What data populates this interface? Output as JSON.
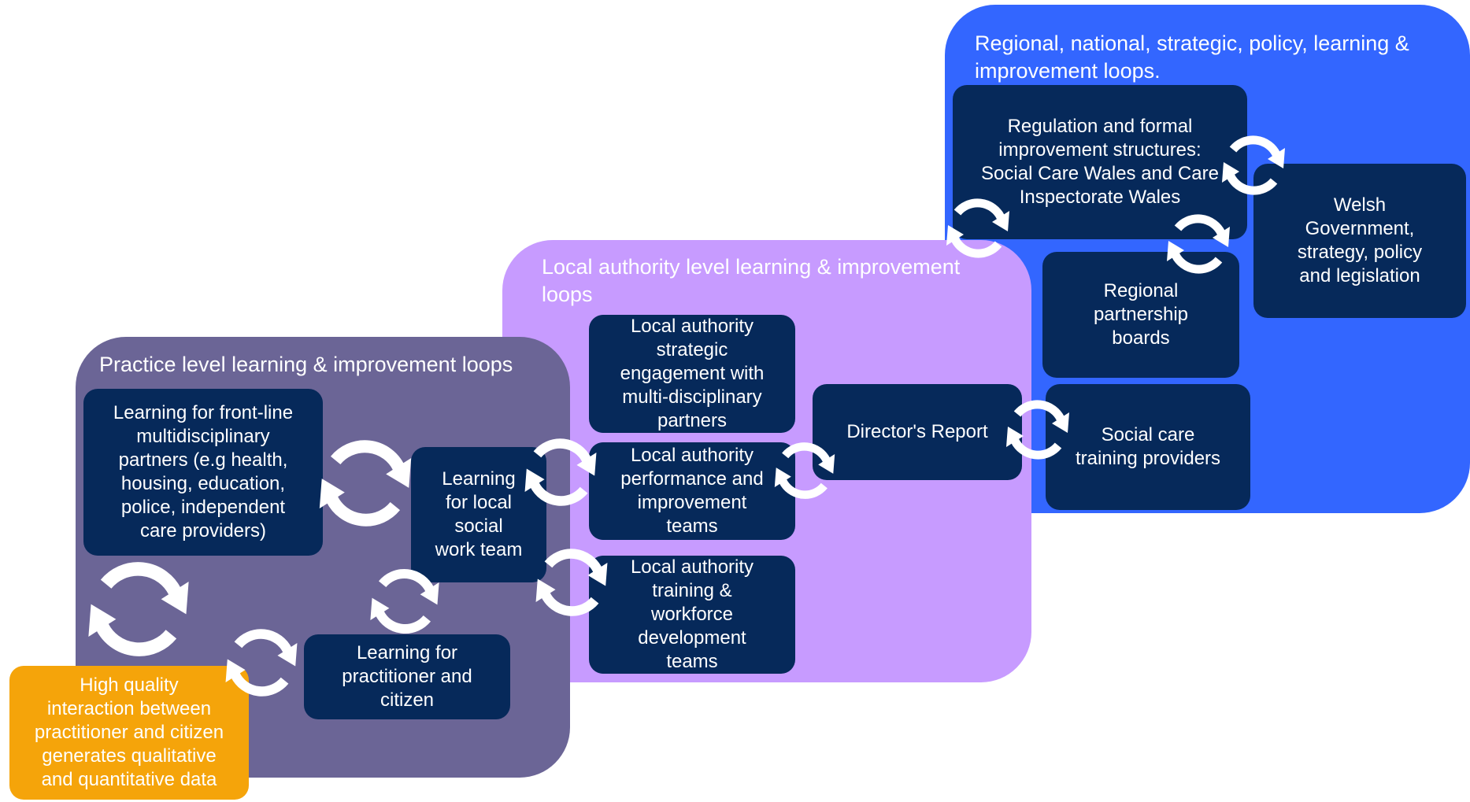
{
  "panels": {
    "regional": {
      "title": "Regional, national, strategic, policy, learning & improvement loops.",
      "color": "#3366ff"
    },
    "local": {
      "title": "Local authority level learning & improvement loops",
      "color": "#c79bff"
    },
    "practice": {
      "title": "Practice level learning & improvement loops",
      "color": "#6b6596"
    }
  },
  "boxes": {
    "regulation": "Regulation and formal\nimprovement structures:\nSocial Care Wales and Care\nInspectorate Wales",
    "welsh_gov": "Welsh\nGovernment,\nstrategy, policy\nand legislation",
    "regional_boards": "Regional\npartnership\nboards",
    "training_providers": "Social care\ntraining providers",
    "directors_report": "Director's Report",
    "la_strategic": "Local authority\nstrategic\nengagement with\nmulti-disciplinary\npartners",
    "la_performance": "Local authority\nperformance and\nimprovement\nteams",
    "la_training": "Local authority\ntraining &\nworkforce\ndevelopment\nteams",
    "frontline": "Learning for front-line\nmultidisciplinary\npartners (e.g health,\nhousing, education,\npolice, independent\ncare providers)",
    "local_team": "Learning\nfor local\nsocial\nwork team",
    "practitioner": "Learning for\npractitioner and\ncitizen",
    "high_quality": "High quality\ninteraction between\npractitioner and citizen\ngenerates qualitative\nand quantitative data"
  },
  "colors": {
    "box": "#06295a",
    "orange": "#f5a40a",
    "arrow": "#ffffff"
  },
  "icons": {
    "cycle": "circular-arrows-icon"
  }
}
